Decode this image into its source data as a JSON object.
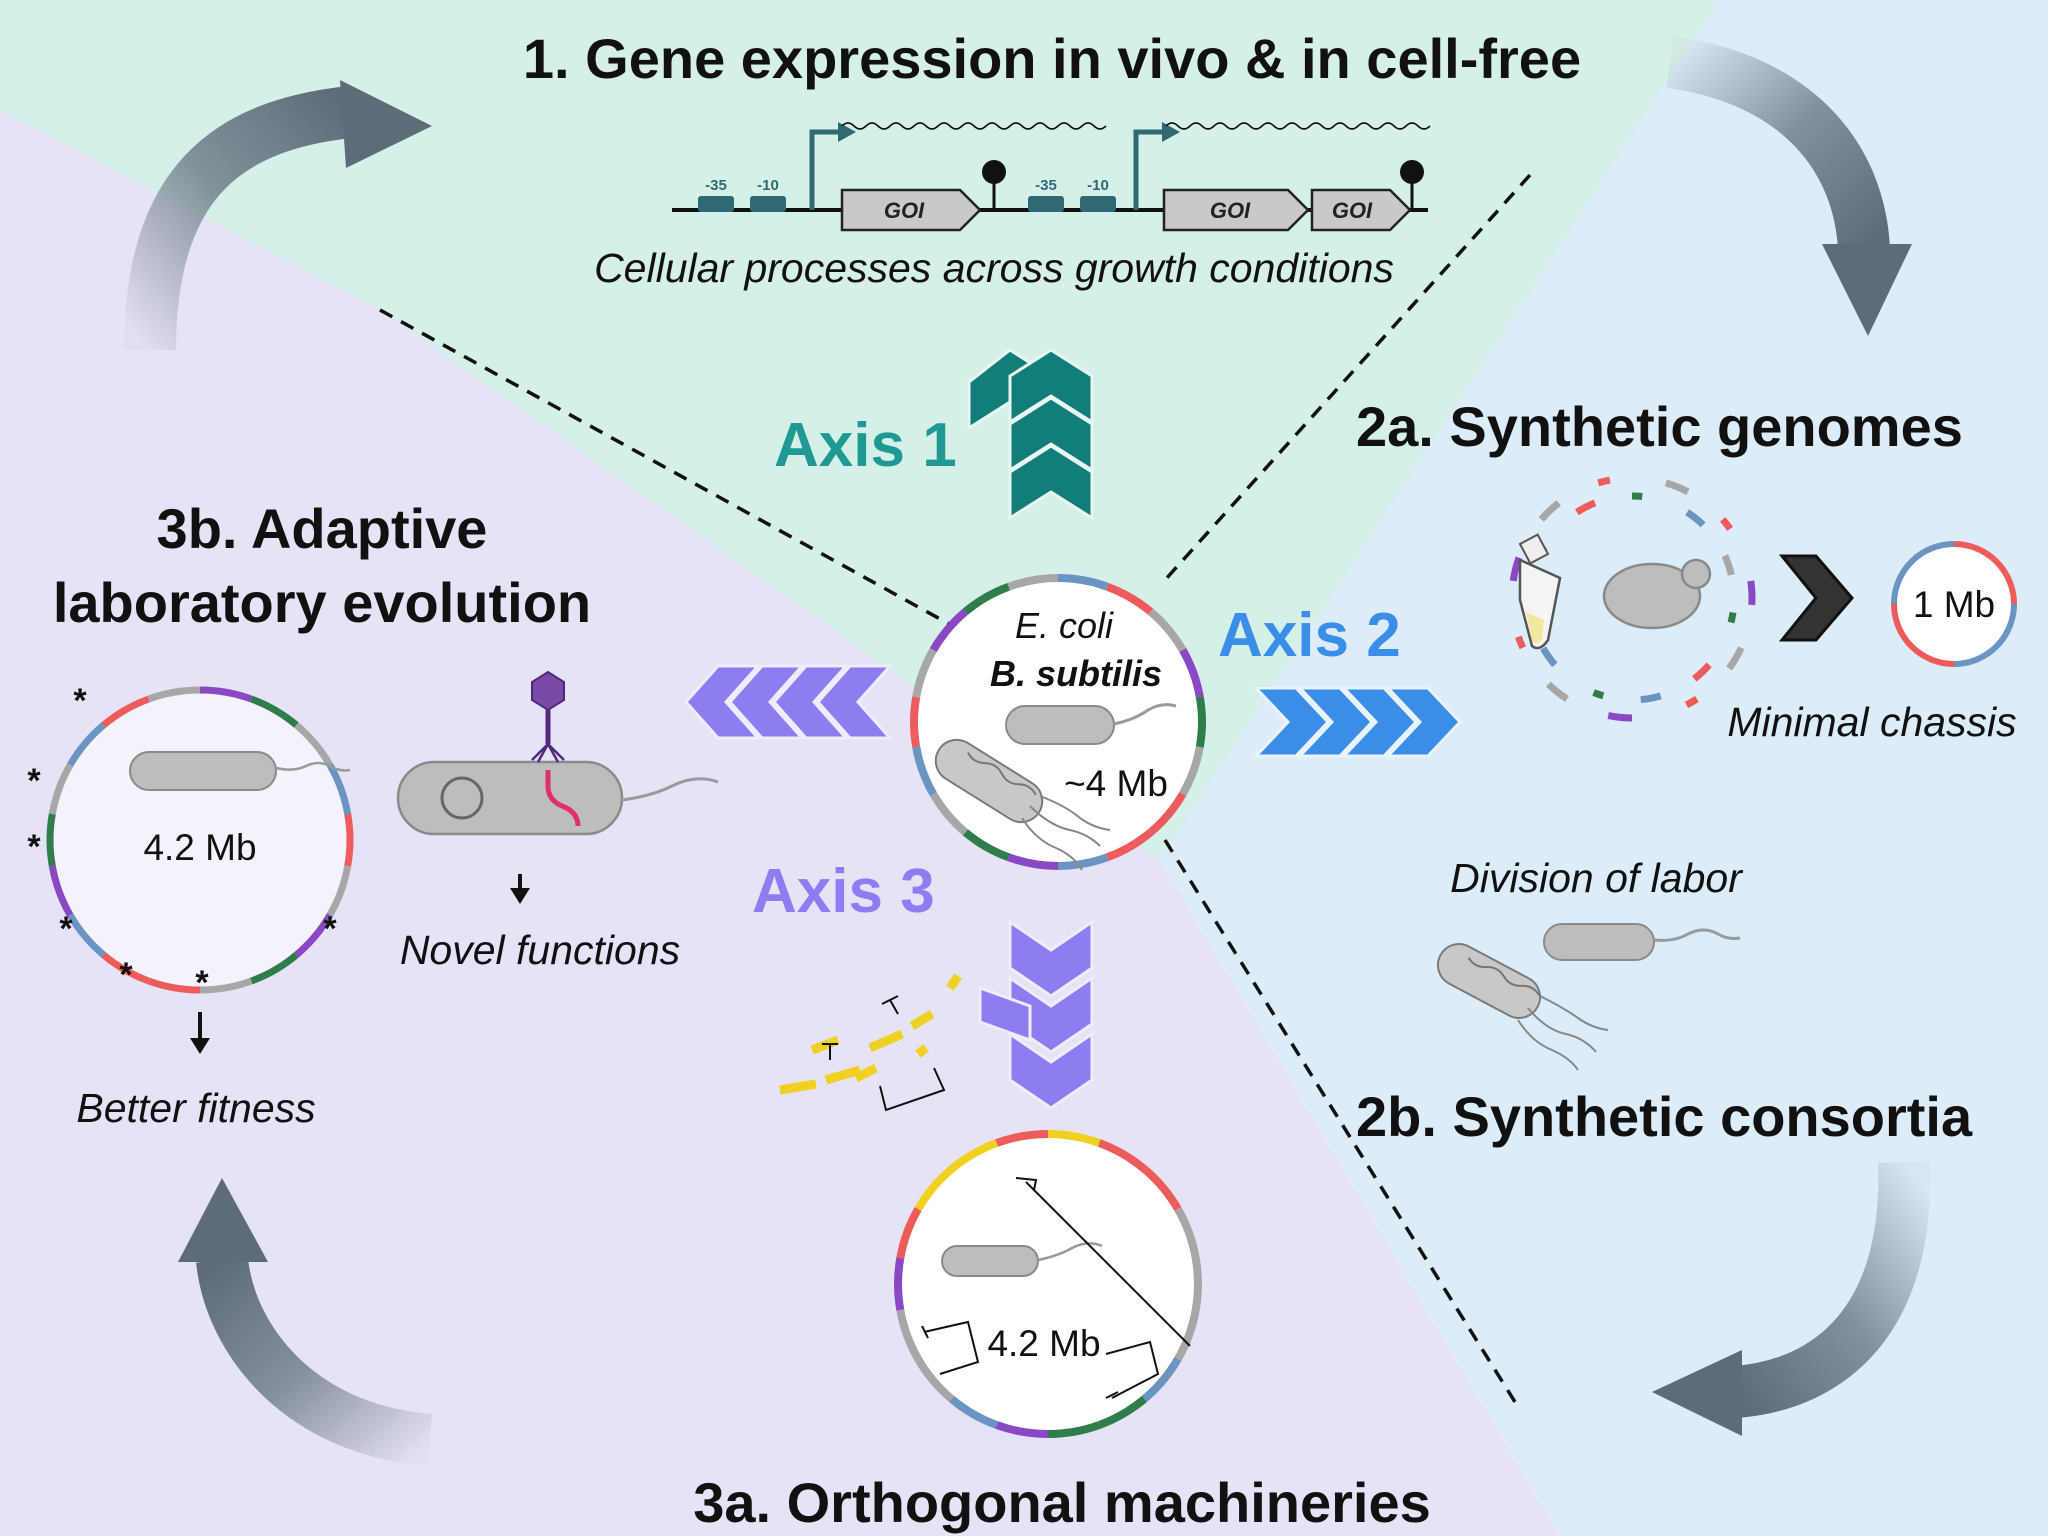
{
  "colors": {
    "region_top": "#d5efe9",
    "region_right": "#dcecf8",
    "region_left": "#e6e3f6",
    "axis1": "#1f9a92",
    "axis2": "#3a8ee8",
    "axis3": "#8c7ef0",
    "chevron_teal": "#127e78",
    "arrow_gray": "#6c7a86",
    "ring_red": "#ee5b5b",
    "ring_green": "#2e7d4a",
    "ring_purple": "#8a48c4",
    "ring_blue": "#6a95c2",
    "ring_gray": "#a7a7a7",
    "ring_yellow": "#f0d020",
    "cell_fill": "#bdbdbd",
    "promoter": "#2f6a72"
  },
  "titles": {
    "s1": "1. Gene expression in vivo & in cell-free",
    "s2a": "2a. Synthetic genomes",
    "s2b": "2b. Synthetic consortia",
    "s3a": "3a. Orthogonal machineries",
    "s3b_line1": "3b. Adaptive",
    "s3b_line2": "laboratory evolution"
  },
  "axes": {
    "axis1": "Axis 1",
    "axis2": "Axis 2",
    "axis3": "Axis 3"
  },
  "gene_circuit": {
    "box1_minus35": "-35",
    "box1_minus10": "-10",
    "box2_minus35": "-35",
    "box2_minus10": "-10",
    "goi1": "GOI",
    "goi2": "GOI",
    "goi3": "GOI",
    "caption": "Cellular processes across growth conditions"
  },
  "center": {
    "organism1": "E. coli",
    "organism2": "B. subtilis",
    "genome_size": "~4 Mb"
  },
  "synthetic_genomes": {
    "target_size": "1 Mb",
    "caption": "Minimal chassis"
  },
  "consortia": {
    "caption": "Division of labor"
  },
  "orthogonal": {
    "genome_size": "4.2 Mb"
  },
  "ale": {
    "genome_size": "4.2 Mb",
    "outcome": "Better fitness",
    "phage_outcome": "Novel functions",
    "mutation_mark": "*"
  }
}
